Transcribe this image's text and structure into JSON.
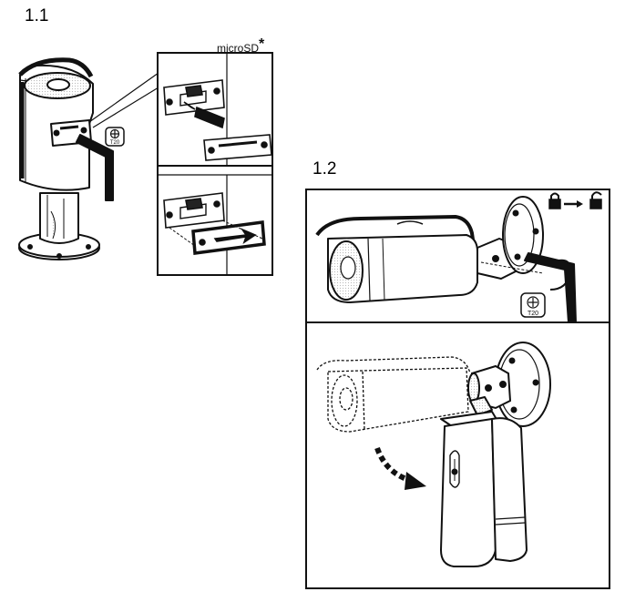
{
  "steps": {
    "step_1": "1.1",
    "step_2": "1.2"
  },
  "labels": {
    "microsd": "microSD",
    "asterisk": "*",
    "tool_step_1": "T20",
    "tool_step_2": "T20"
  },
  "icons": {
    "lock": "lock-closed-icon",
    "arrow": "arrow-right-icon",
    "unlock": "lock-open-icon"
  }
}
